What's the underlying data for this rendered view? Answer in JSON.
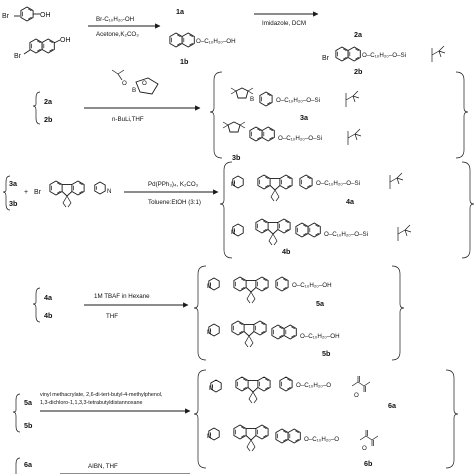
{
  "reactions": [
    {
      "id": "r1",
      "reagent_above": "Br-C₁₀H₂₀-OH",
      "reagent_below": "Acetone,K₂CO₃",
      "reactant_top_fragments": [
        "Br",
        "OH"
      ],
      "reactant_bottom_fragments": [
        "Br",
        "OH"
      ],
      "product_labels": [
        "1a",
        "1b"
      ],
      "product_fragment": "O–C₁₀H₂₀–OH"
    },
    {
      "id": "r2",
      "reagent_below": "Imidazole, DCM",
      "product_labels": [
        "2a",
        "2b"
      ],
      "product_fragments": [
        "Br",
        "O–C₁₀H₂₀–O–Si"
      ]
    },
    {
      "id": "r3",
      "inputs": [
        "2a",
        "2b"
      ],
      "reagent_below": "n-BuLi,THF",
      "boron_atoms": [
        "O",
        "B",
        "O"
      ],
      "product_labels": [
        "3a",
        "3b"
      ],
      "product_fragments": [
        "B",
        "O–C₁₀H₂₀–O–Si",
        "O–C₁₀H₂₀–O–Si"
      ]
    },
    {
      "id": "r4",
      "inputs": [
        "3a",
        "3b"
      ],
      "plus": "+",
      "reactant_fragments": [
        "Br",
        "N"
      ],
      "reagent_above": "Pd(PPh₃)₄, K₂CO₃",
      "reagent_below": "Toluene:EtOH (3:1)",
      "product_labels": [
        "4a",
        "4b"
      ],
      "product_fragments": [
        "N",
        "O–C₁₀H₂₀–O–Si",
        "N",
        "O–C₁₀H₂₀–O–Si"
      ]
    },
    {
      "id": "r5",
      "inputs": [
        "4a",
        "4b"
      ],
      "reagent_above": "1M TBAF in Hexane",
      "reagent_below": "THF",
      "product_labels": [
        "5a",
        "5b"
      ],
      "product_fragments": [
        "N",
        "O–C₁₀H₂₀–OH",
        "N",
        "O–C₁₀H₂₀–OH"
      ]
    },
    {
      "id": "r6",
      "inputs": [
        "5a",
        "5b"
      ],
      "reagent_lines": [
        "vinyl methacrylate, 2,6-di-tert-butyl-4-methylphenol,",
        "1,3-dichloro-1,1,3,3-tetrabutyldistannoxane"
      ],
      "product_labels": [
        "6a",
        "6b"
      ],
      "product_fragments": [
        "N",
        "O–C₁₀H₂₀–O",
        "O",
        "N",
        "O–C₁₀H₂₀–O",
        "O"
      ]
    },
    {
      "id": "r7",
      "inputs": [
        "6a"
      ],
      "reagent_above": "AIBN, THF"
    }
  ]
}
